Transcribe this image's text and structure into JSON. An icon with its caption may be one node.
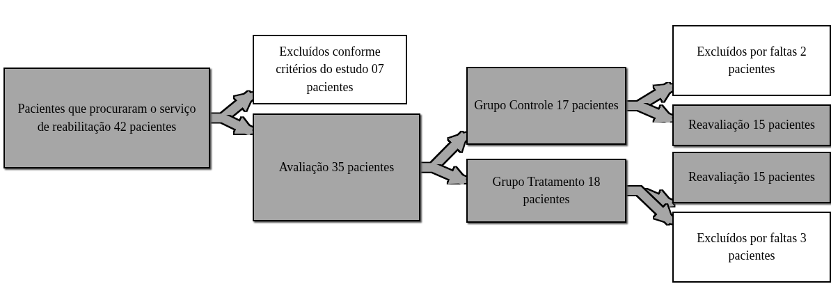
{
  "diagram": {
    "nodes": [
      {
        "text": [
          "Pacientes que procuraram o serviço de reabilitação 42 pacientes"
        ]
      },
      {
        "text": [
          "Excluídos conforme critérios do estudo 07 pacientes"
        ]
      },
      {
        "text": [
          "Avaliação 35 pacientes"
        ]
      },
      {
        "text": [
          "Grupo Controle 17 pacientes"
        ]
      },
      {
        "text": [
          "Grupo Tratamento 18 pacientes"
        ]
      },
      {
        "text": [
          "Excluídos por faltas 2 pacientes"
        ]
      },
      {
        "text": [
          "Reavaliação 15 pacientes"
        ]
      },
      {
        "text": [
          "Reavaliação 15 pacientes"
        ]
      },
      {
        "text": [
          "Excluídos por faltas 3 pacientes"
        ]
      }
    ],
    "edges": [
      {
        "from": 0,
        "to": 1,
        "arrow": "to"
      },
      {
        "from": 0,
        "to": 2,
        "arrow": "to"
      },
      {
        "from": 2,
        "to": 3,
        "arrow": "to"
      },
      {
        "from": 2,
        "to": 4,
        "arrow": "to"
      },
      {
        "from": 3,
        "to": 5,
        "arrow": "to"
      },
      {
        "from": 3,
        "to": 6,
        "arrow": "to"
      },
      {
        "from": 4,
        "to": 7,
        "arrow": "to"
      },
      {
        "from": 4,
        "to": 8,
        "arrow": "to"
      }
    ]
  }
}
